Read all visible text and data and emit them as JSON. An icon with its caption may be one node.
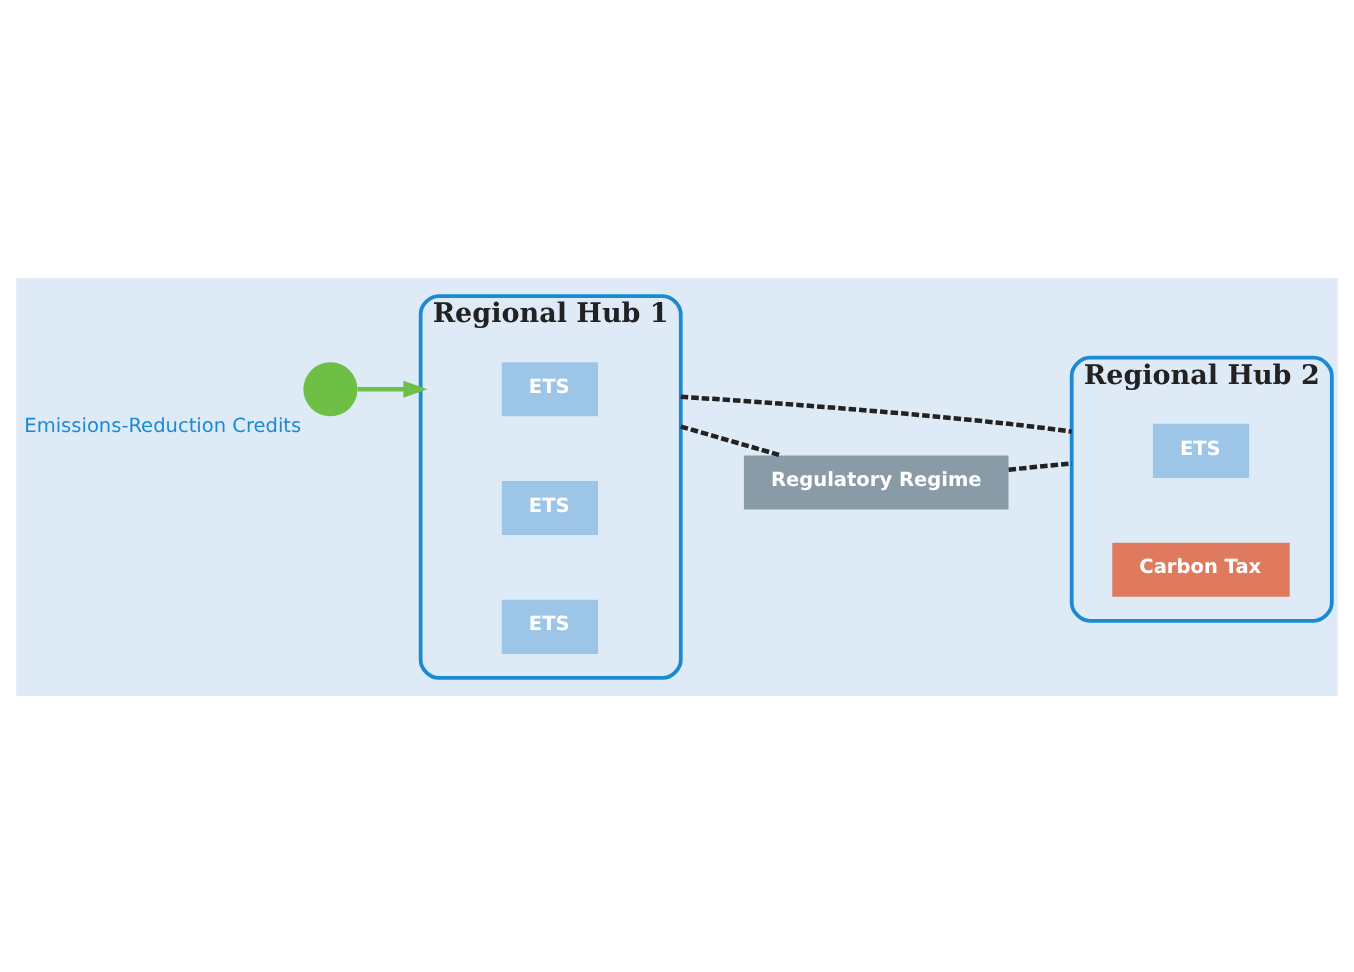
{
  "diagram": {
    "nodes": [
      {
        "text": [],
        "shape": "circle",
        "beside": [
          "Emissions-Reduction Credits"
        ]
      },
      {
        "text": [
          "Regional Hub 1"
        ]
      },
      {
        "text": [
          "ETS"
        ],
        "in": 1
      },
      {
        "text": [
          "ETS"
        ],
        "in": 1
      },
      {
        "text": [
          "ETS"
        ],
        "in": 1
      },
      {
        "text": [
          "Regional Hub 2"
        ]
      },
      {
        "text": [
          "ETS"
        ],
        "in": 5
      },
      {
        "text": [
          "Carbon Tax"
        ],
        "in": 5
      },
      {
        "text": [
          "Regulatory Regime"
        ]
      }
    ],
    "edges": [
      {
        "from": 0,
        "to": 1,
        "arrow": "to",
        "color": "#6dbf45"
      },
      {
        "from": 1,
        "to": 5,
        "arrow": "none",
        "style": "dashed"
      },
      {
        "from": 1,
        "to": 8,
        "arrow": "none",
        "style": "dashed"
      },
      {
        "from": 8,
        "to": 5,
        "arrow": "none",
        "style": "dashed"
      }
    ]
  }
}
